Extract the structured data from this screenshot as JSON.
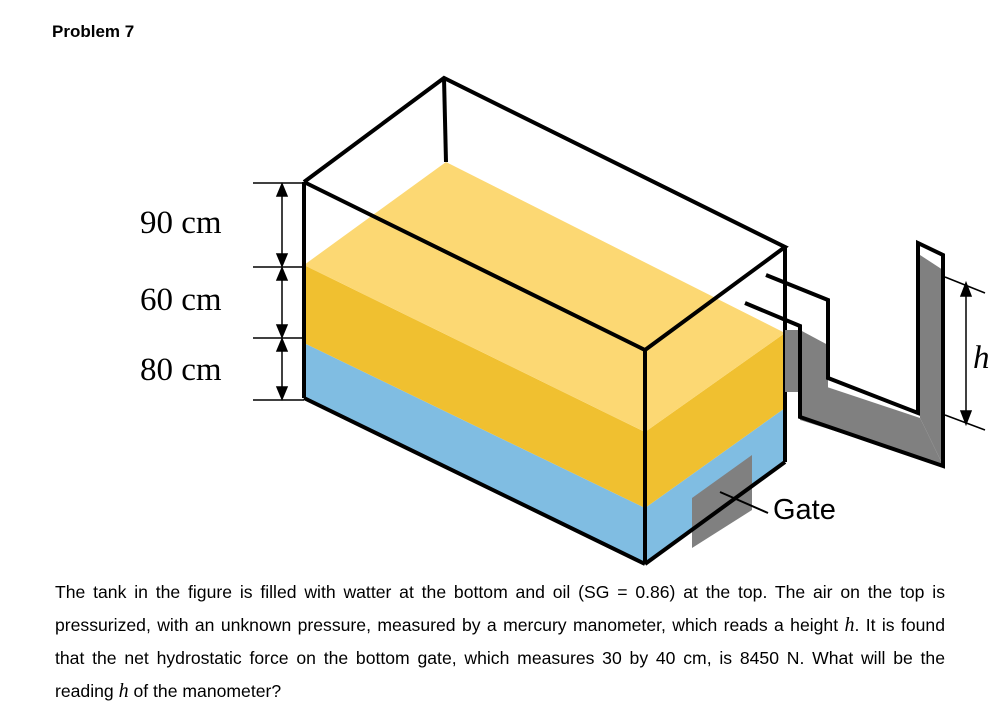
{
  "title": "Problem 7",
  "figure": {
    "dimensions": [
      "90 cm",
      "60 cm",
      "80 cm"
    ],
    "gate_label": "Gate",
    "manometer_label": "h",
    "colors": {
      "oil": "#f0c030",
      "oil_top": "#fcd873",
      "water": "#80bde2",
      "mercury": "#808080",
      "gate": "#808080"
    }
  },
  "text": {
    "p1": "The tank in the figure is filled with watter at the bottom and oil (SG = 0.86) at the top. The air on the top is pressurized, with an unknown pressure, measured by a mercury manometer, which reads a height ",
    "var1": "h",
    "p2": ". It is found that the net hydrostatic force on the bottom gate, which measures 30 by 40 cm, is 8450 N. What will be the reading ",
    "var2": "h",
    "p3": " of the manometer?"
  }
}
